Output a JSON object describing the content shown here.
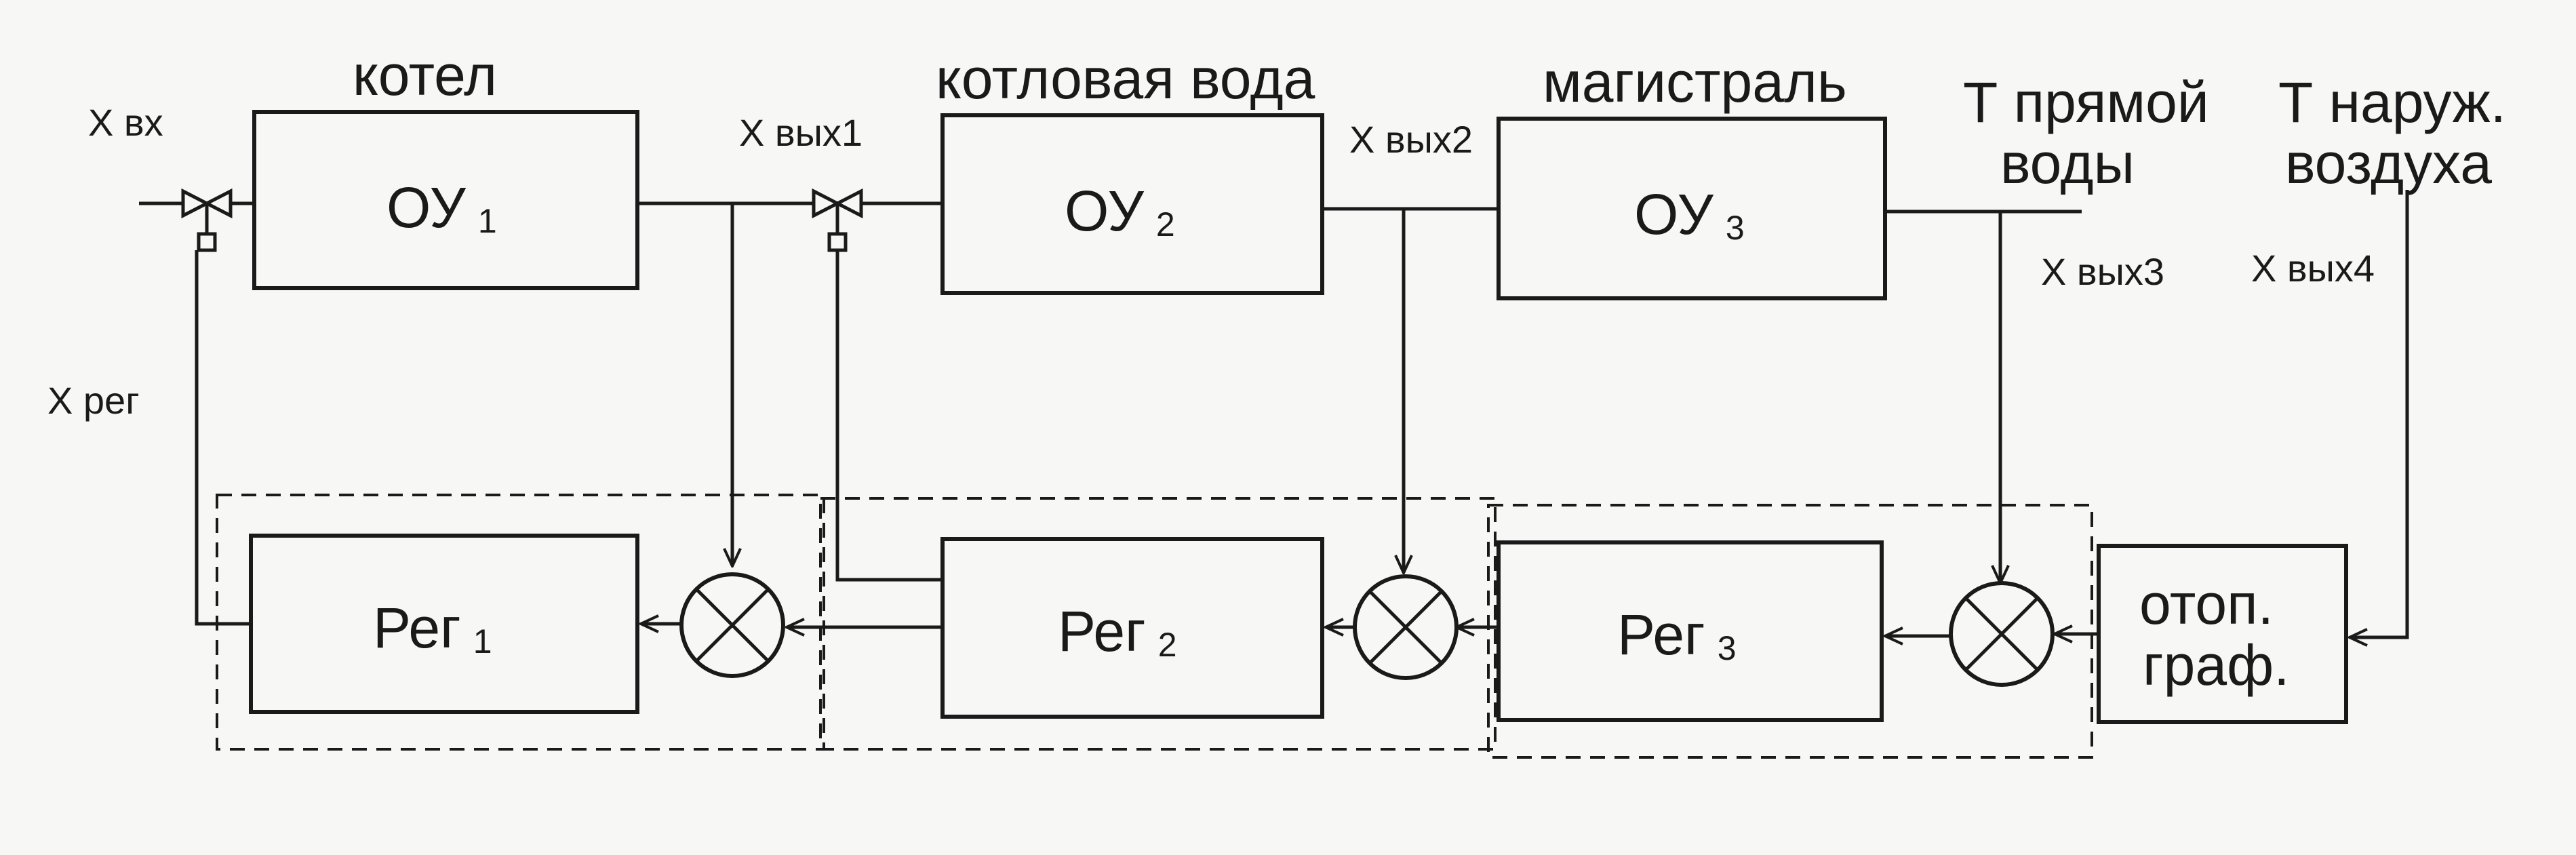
{
  "headers": {
    "kotel": "котел",
    "kotlovaya": "котловая вода",
    "magistral": "магистраль",
    "t_pryamoy_1": "Т прямой",
    "t_pryamoy_2": "воды",
    "t_naruzh_1": "Т наруж.",
    "t_naruzh_2": "воздуха"
  },
  "signals": {
    "x_vx": "X вх",
    "x_vyx1": "X вых1",
    "x_vyx2": "X вых2",
    "x_vyx3": "X вых3",
    "x_vyx4": "X вых4",
    "x_reg": "X рег"
  },
  "blocks": {
    "ou1": {
      "main": "ОУ",
      "sub": "1"
    },
    "ou2": {
      "main": "ОУ",
      "sub": "2"
    },
    "ou3": {
      "main": "ОУ",
      "sub": "3"
    },
    "reg1": {
      "main": "Рег",
      "sub": "1"
    },
    "reg2": {
      "main": "Рег",
      "sub": "2"
    },
    "reg3": {
      "main": "Рег",
      "sub": "3"
    },
    "otop_1": "отоп.",
    "otop_2": "граф."
  }
}
